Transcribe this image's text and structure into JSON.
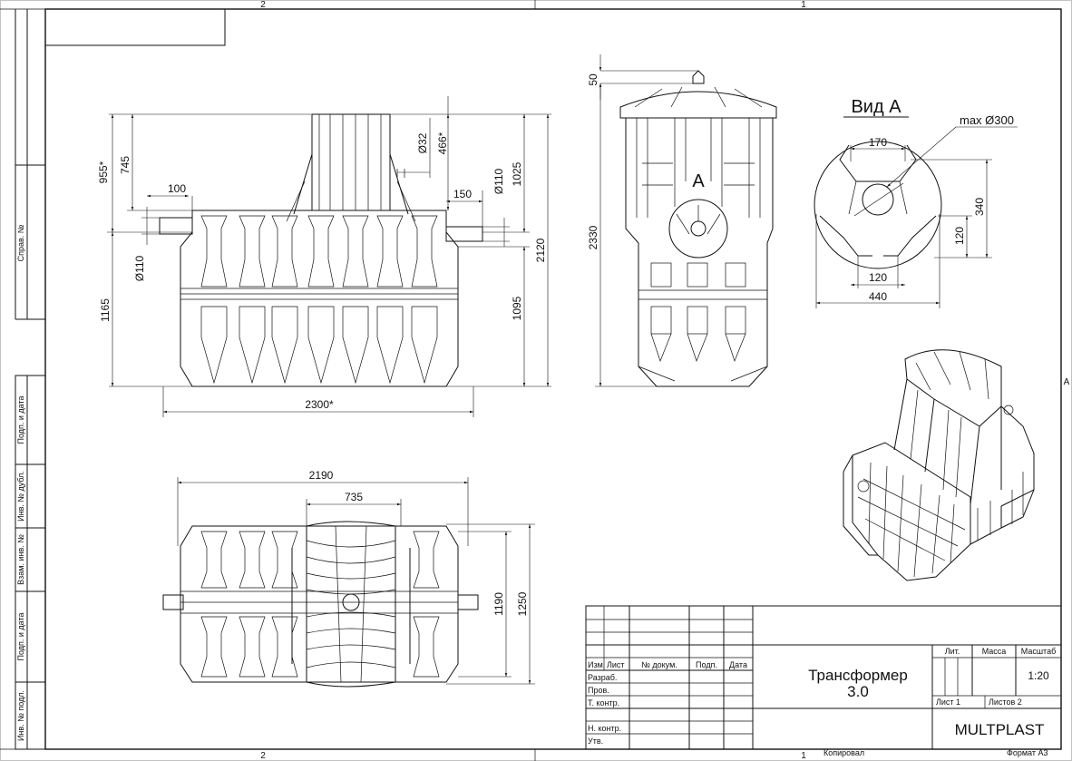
{
  "sheet": {
    "zone_top_left": "2",
    "zone_top_right": "1",
    "zone_bottom_left": "2",
    "zone_bottom_right": "1",
    "zone_side": "A",
    "copied": "Копировал",
    "format": "Формат А3"
  },
  "side_stamps": {
    "sprav": "Справ. №",
    "podp1": "Подп. и дата",
    "inv_dubl": "Инв. № дубл.",
    "vzam": "Взам. инв. №",
    "podp2": "Подп. и дата",
    "inv_podl": "Инв. № подл."
  },
  "front_view": {
    "d955": "955*",
    "d745": "745",
    "d100": "100",
    "d32": "Ø32",
    "d466": "466*",
    "d110_right": "Ø110",
    "d150": "150",
    "d1025": "1025",
    "d2120": "2120",
    "d110_left": "Ø110",
    "d1165": "1165",
    "d1095": "1095",
    "d2300": "2300*"
  },
  "side_view": {
    "d50": "50",
    "d2330": "2330",
    "label_a": "A"
  },
  "view_a": {
    "title": "Вид А",
    "dmax": "max Ø300",
    "d170": "170",
    "d340": "340",
    "d120v": "120",
    "d120h": "120",
    "d440": "440"
  },
  "top_view": {
    "d2190": "2190",
    "d735": "735",
    "d1190": "1190",
    "d1250": "1250"
  },
  "title_block": {
    "izm": "Изм.",
    "list": "Лист",
    "dokum": "№ докум.",
    "podp": "Подп.",
    "data": "Дата",
    "razrab": "Разраб.",
    "prov": "Пров.",
    "tkontr": "Т. контр.",
    "nkontr": "Н. контр.",
    "utv": "Утв.",
    "name_line1": "Трансформер",
    "name_line2": "3.0",
    "lit": "Лит.",
    "massa": "Масса",
    "masshtab": "Масштаб",
    "scale": "1:20",
    "sheet_no": "Лист 1",
    "sheets": "Листов 2",
    "company": "MULTPLAST"
  }
}
